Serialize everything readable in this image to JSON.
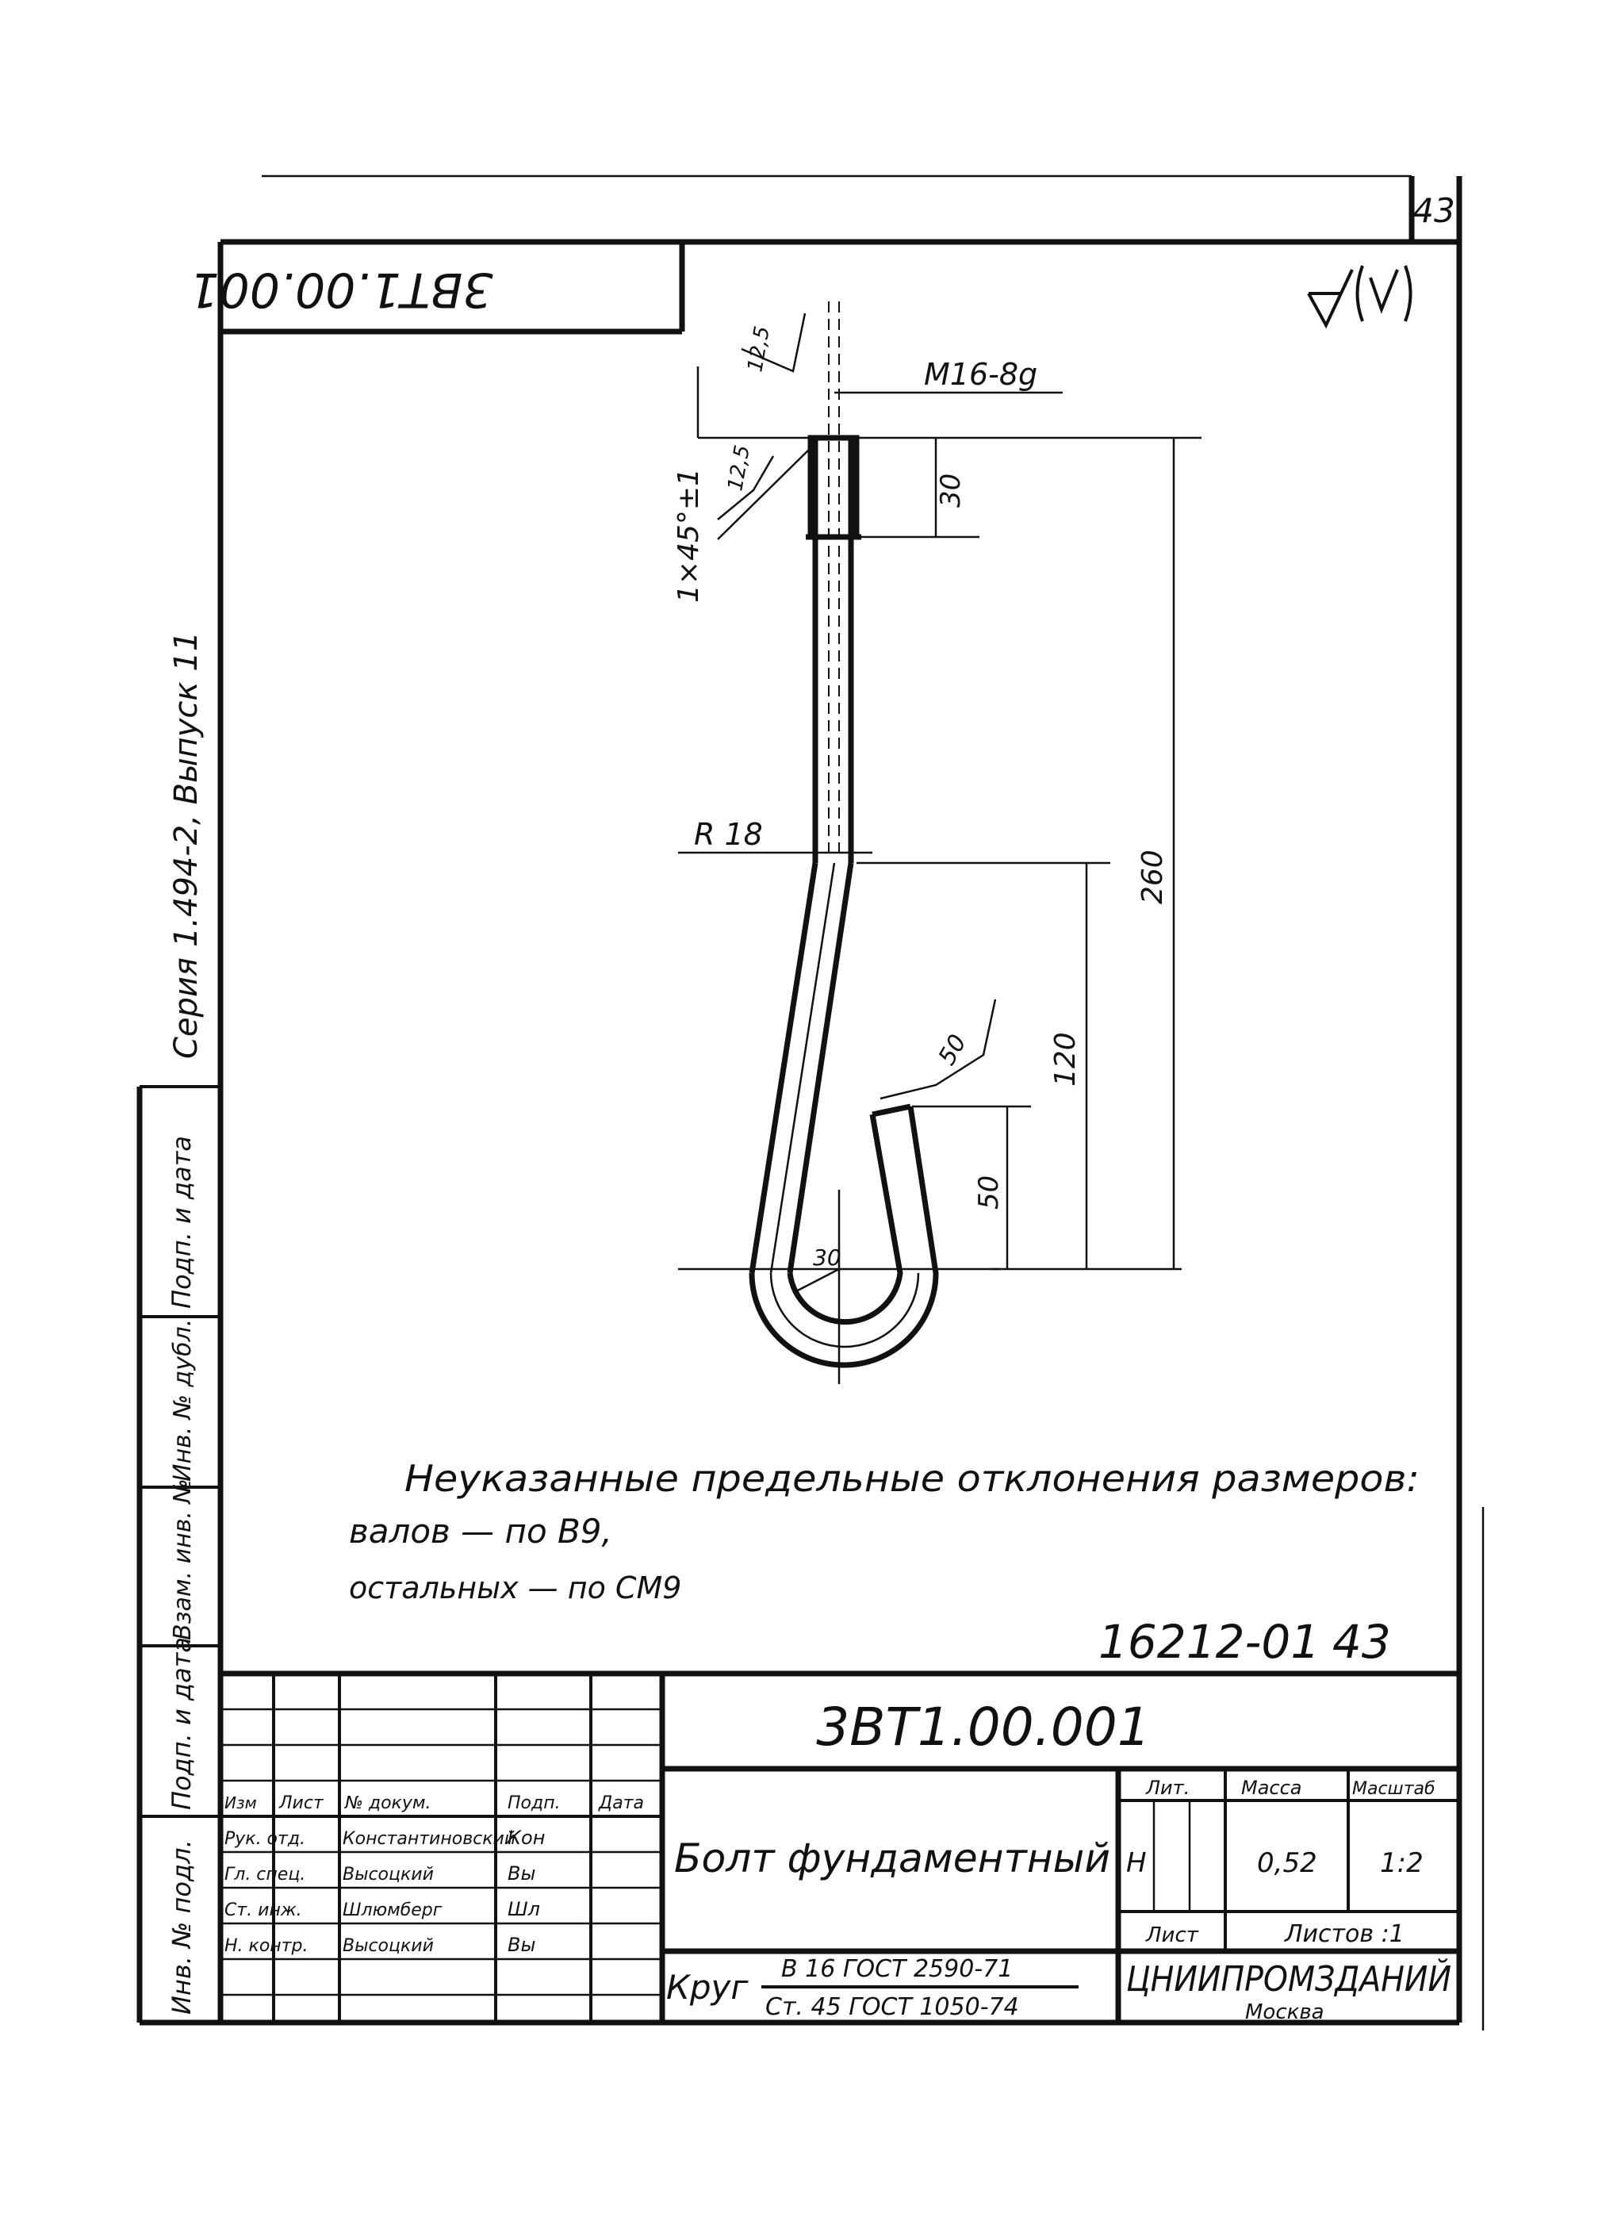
{
  "sheet_number": "43",
  "title_block_code": "3ВТ1.00.001",
  "mirrored_code": "3ВТ1.00.001",
  "roughness": "√(√)",
  "series_text": "Серия 1.494-2, Выпуск 11",
  "side_stamps": [
    "Подп. и дата",
    "Инв. № дубл.",
    "Взам. инв. №",
    "Подп. и дата",
    "Инв. № подл."
  ],
  "dimensions": {
    "thread": "М16-8g",
    "roughness_top": "12,5",
    "roughness_chamfer": "12,5",
    "chamfer": "1×45°±1",
    "thread_length": "30",
    "bend_radius": "R 18",
    "total_length": "260",
    "hook_height": "120",
    "tip_length": "50",
    "tip_roughness": "50",
    "hook_radius": "30"
  },
  "notes": {
    "line1": "Неуказанные предельные отклонения размеров:",
    "line2": "валов — по В9,",
    "line3": "остальных — по СМ9"
  },
  "doc_number": "16212-01",
  "doc_page": "43",
  "title_block": {
    "header_cols": [
      "Изм",
      "Лист",
      "№ докум.",
      "Подп.",
      "Дата"
    ],
    "rows": [
      {
        "role": "Рук. отд.",
        "name": "Константиновский",
        "sign": "Кон"
      },
      {
        "role": "Гл. спец.",
        "name": "Высоцкий",
        "sign": "Вы"
      },
      {
        "role": "Ст. инж.",
        "name": "Шлюмберг",
        "sign": "Шл"
      },
      {
        "role": "Н. контр.",
        "name": "Высоцкий",
        "sign": "Вы"
      }
    ],
    "part_name": "Болт фундаментный",
    "lit_label": "Лит.",
    "lit_value": "Н",
    "mass_label": "Масса",
    "mass_value": "0,52",
    "scale_label": "Масштаб",
    "scale_value": "1:2",
    "sheet_label": "Лист",
    "sheets_label": "Листов :1",
    "material_prefix": "Круг",
    "material_top": "В 16 ГОСТ 2590-71",
    "material_bottom": "Ст. 45 ГОСТ 1050-74",
    "org_name": "ЦНИИПРОМЗДАНИЙ",
    "org_city": "Москва"
  }
}
